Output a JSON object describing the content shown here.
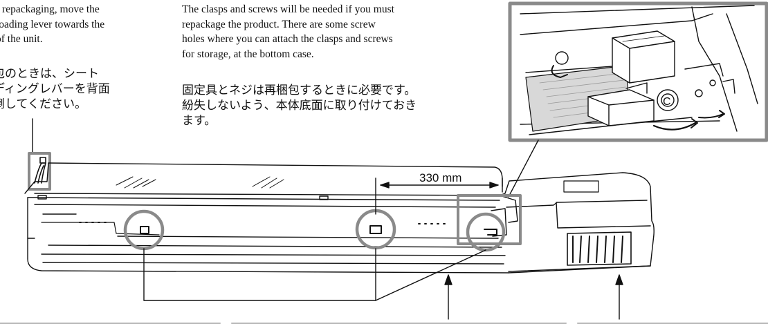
{
  "left_note": {
    "en_lines": [
      "r repackaging, move the",
      "loading lever towards the",
      "of the unit."
    ],
    "ja_lines": [
      "包のときは、シート",
      "ディングレバーを背面",
      "倒してください。"
    ]
  },
  "middle_note": {
    "en_lines": [
      "The clasps and screws will be needed if you must",
      "repackage the product. There are some screw",
      "holes where you can attach the clasps and screws",
      "for storage, at the bottom case."
    ],
    "ja_lines": [
      "固定具とネジは再梱包するときに必要です。",
      "紛失しないよう、本体底面に取り付けておき",
      "ます。"
    ]
  },
  "dimension": {
    "label": "330 mm"
  },
  "colors": {
    "line": "#111111",
    "callout_frame": "#8a8a8a",
    "caption_rule": "#bbbbbb"
  }
}
